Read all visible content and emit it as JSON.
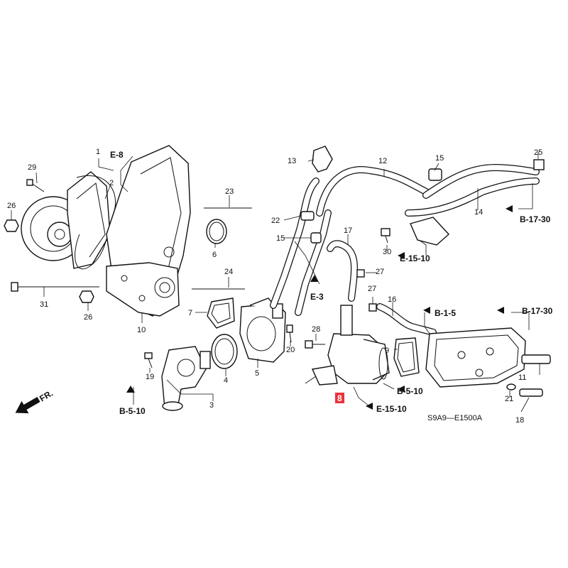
{
  "diagram_code": "S9A9—E1500A",
  "front_label": "FR.",
  "highlight_color": "#e8323a",
  "callouts": {
    "c1": "1",
    "c2": "2",
    "c3": "3",
    "c4": "4",
    "c5": "5",
    "c6": "6",
    "c7": "7",
    "c8": "8",
    "c9": "9",
    "c10": "10",
    "c11": "11",
    "c12": "12",
    "c13": "13",
    "c14": "14",
    "c15a": "15",
    "c15b": "15",
    "c16": "16",
    "c17": "17",
    "c18": "18",
    "c19": "19",
    "c20": "20",
    "c21": "21",
    "c22": "22",
    "c23": "23",
    "c24": "24",
    "c25": "25",
    "c26a": "26",
    "c26b": "26",
    "c27a": "27",
    "c27b": "27",
    "c28": "28",
    "c29": "29",
    "c30": "30",
    "c31": "31"
  },
  "refs": {
    "e8": "E-8",
    "e3": "E-3",
    "b1730_top": "B-17-30",
    "b1730_right": "B-17-30",
    "e1510_top": "E-15-10",
    "e1510_bottom": "E-15-10",
    "b15": "B-1-5",
    "b510_left": "B-5-10",
    "b510_right": "B-5-10"
  }
}
